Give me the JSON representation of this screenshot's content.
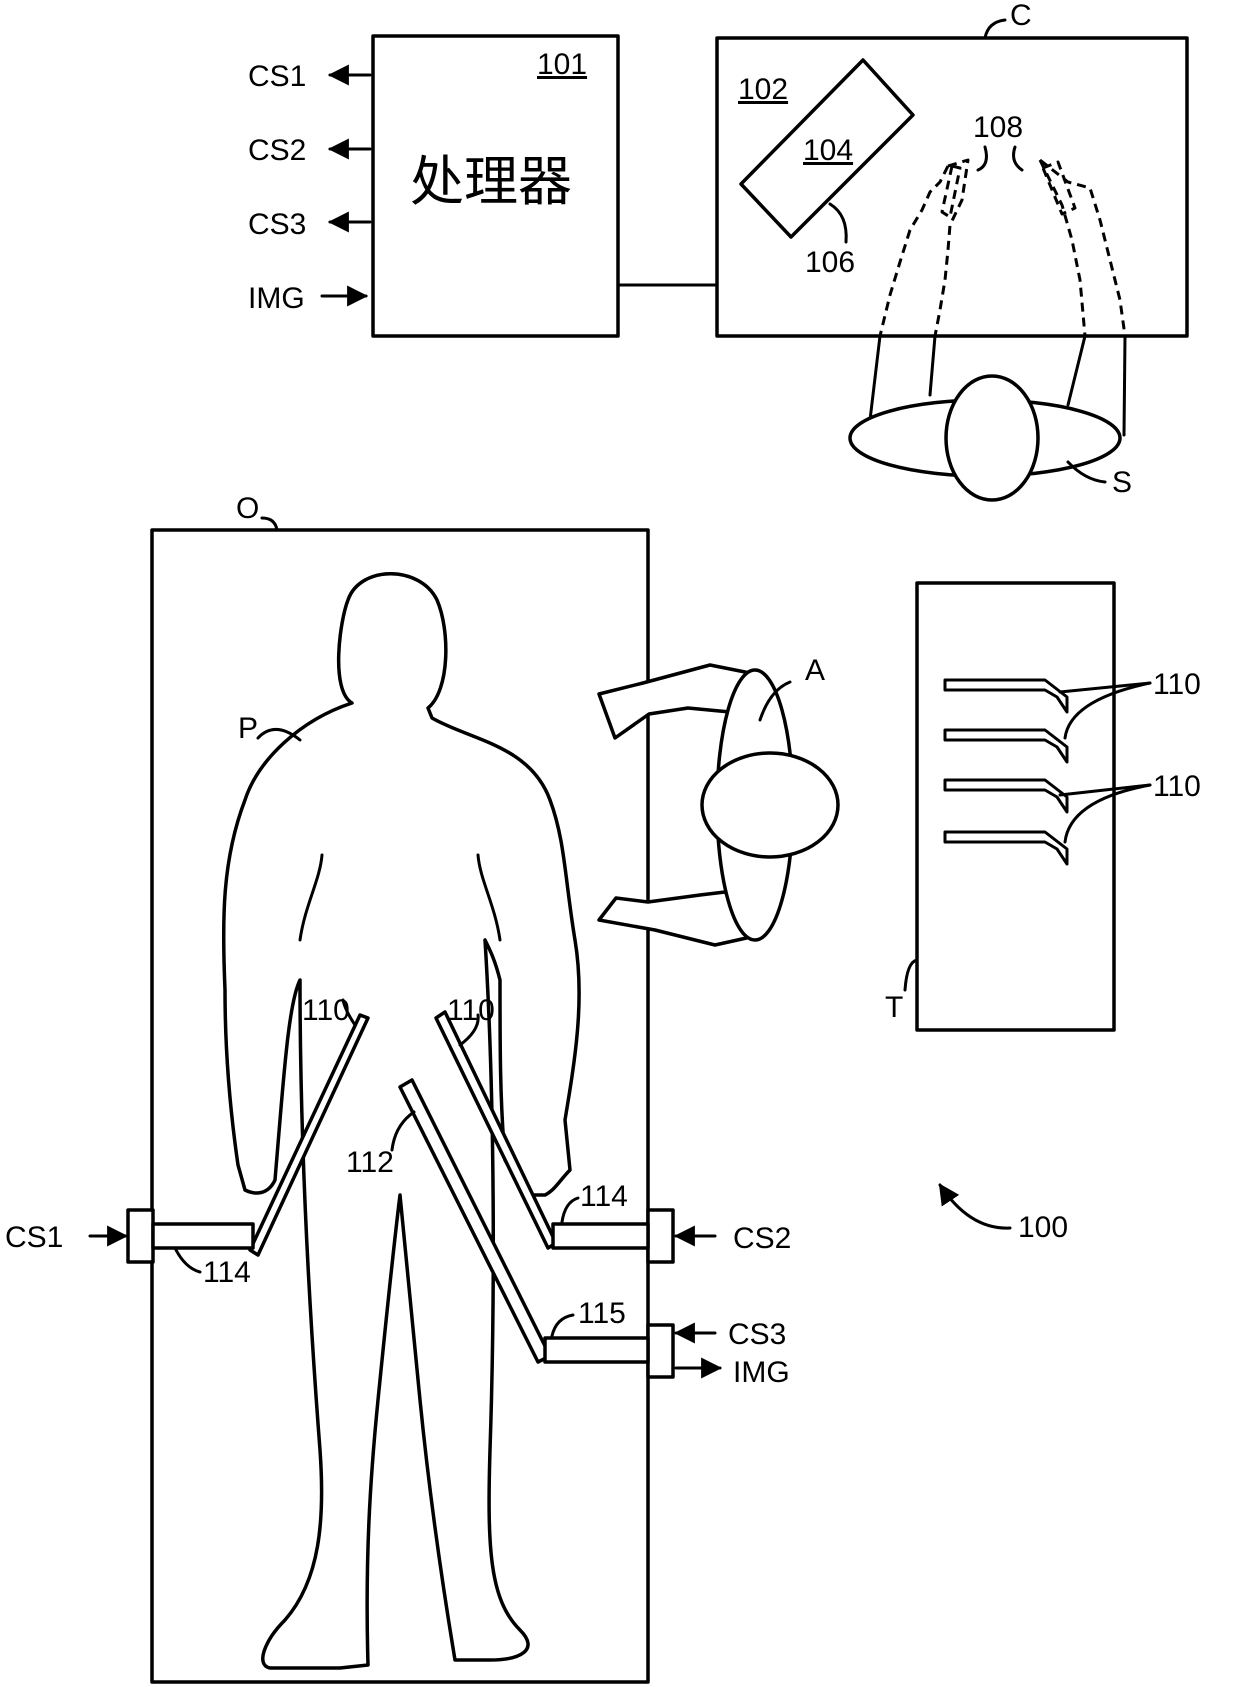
{
  "processor": {
    "ref": "101",
    "title": "处理器"
  },
  "console": {
    "ref": "C",
    "ref_display": "102",
    "ref_screen": "104",
    "ref_viewer": "106",
    "ref_hands": "108"
  },
  "surgeon": {
    "ref": "S"
  },
  "operating_table": {
    "ref": "O"
  },
  "patient": {
    "ref": "P"
  },
  "assistant": {
    "ref": "A"
  },
  "tray": {
    "ref": "T",
    "ref_tools_upper": "110",
    "ref_tools_lower": "110"
  },
  "instruments": {
    "tool_left": "110",
    "tool_right": "110",
    "camera": "112",
    "manipulator_left": "114",
    "manipulator_right": "114",
    "manipulator_camera": "115"
  },
  "system": {
    "ref": "100"
  },
  "signals": {
    "cs1": "CS1",
    "cs2": "CS2",
    "cs3": "CS3",
    "img": "IMG",
    "cs1_in": "CS1",
    "cs2_in": "CS2",
    "cs3_in": "CS3",
    "img_out": "IMG"
  }
}
